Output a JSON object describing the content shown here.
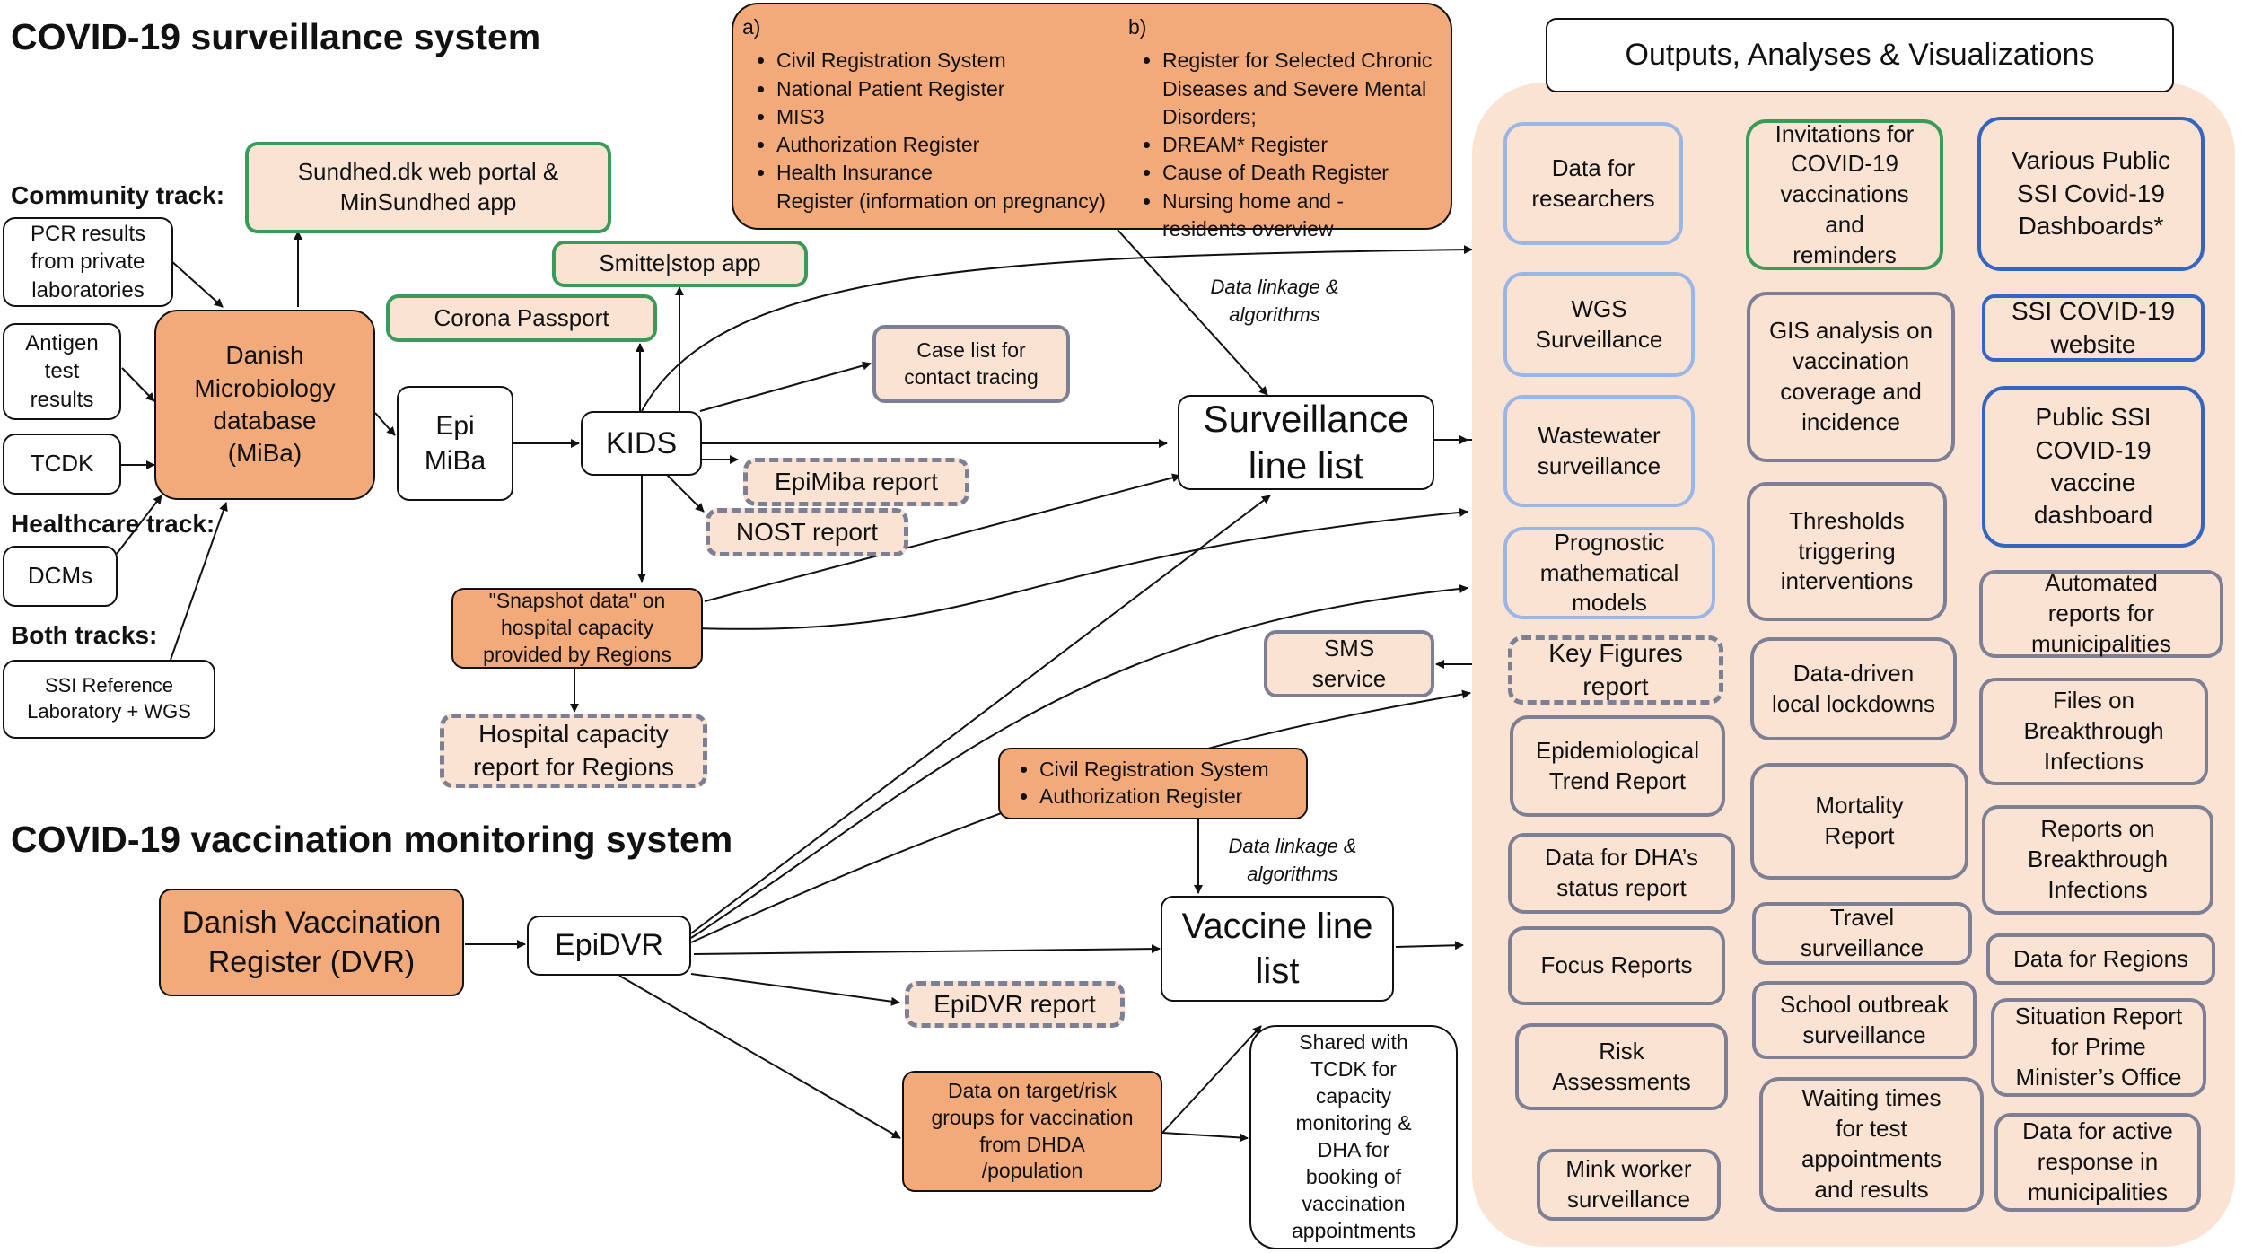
{
  "titles": {
    "surveillance": "COVID-19 surveillance system",
    "vaccination": "COVID-19 vaccination monitoring system"
  },
  "tracks": {
    "community": "Community track:",
    "healthcare": "Healthcare track:",
    "both": "Both tracks:"
  },
  "inputs": {
    "pcr": "PCR results\nfrom private\nlaboratories",
    "antigen": "Antigen\ntest\nresults",
    "tcdk": "TCDK",
    "dcms": "DCMs",
    "ssi_ref": "SSI Reference\nLaboratory + WGS"
  },
  "core": {
    "miba": "Danish\nMicrobiology\ndatabase\n(MiBa)",
    "epimiba": "Epi\nMiBa",
    "kids": "KIDS",
    "surv_line": "Surveillance\nline list",
    "dvr": "Danish Vaccination\nRegister (DVR)",
    "epidvr": "EpiDVR",
    "vacc_line": "Vaccine line\nlist",
    "shared": "Shared with\nTCDK for\ncapacity\nmonitoring &\nDHA for\nbooking of\nvaccination\nappointments"
  },
  "apps": {
    "sundhed": "Sundhed.dk web portal &\nMinSundhed app",
    "smitte": "Smitte|stop app",
    "passport": "Corona Passport",
    "caselist": "Case list for\ncontact tracing",
    "epimiba_report": "EpiMiba report",
    "nost": "NOST report",
    "snapshot": "\"Snapshot data\" on\nhospital capacity\nprovided by Regions",
    "hospital_report": "Hospital capacity\nreport for Regions",
    "epidvr_report": "EpiDVR report",
    "target_groups": "Data on target/risk\ngroups for vaccination\nfrom DHDA\n/population",
    "sms": "SMS\nservice",
    "civil_auth": [
      "Civil Registration System",
      "Authorization Register"
    ]
  },
  "registers": {
    "a_label": "a)",
    "a_items": [
      "Civil Registration System",
      "National Patient Register",
      "MIS3",
      "Authorization Register",
      "Health Insurance\nRegister (information on pregnancy)"
    ],
    "b_label": "b)",
    "b_items": [
      "Register for Selected Chronic\nDiseases and Severe Mental\nDisorders;",
      "DREAM* Register",
      "Cause of Death Register",
      "Nursing home and -\nresidents overview"
    ]
  },
  "annotations": {
    "linkage1": "Data linkage &\nalgorithms",
    "linkage2": "Data linkage &\nalgorithms"
  },
  "outputs": {
    "header": "Outputs, Analyses & Visualizations",
    "col1": [
      "Data for\nresearchers",
      "WGS\nSurveillance",
      "Wastewater\nsurveillance",
      "Prognostic\nmathematical\nmodels",
      "Key Figures\nreport",
      "Epidemiological\nTrend Report",
      "Data for DHA’s\nstatus report",
      "Focus Reports",
      "Risk\nAssessments",
      "Mink worker\nsurveillance"
    ],
    "col2": [
      "Invitations for\nCOVID-19\nvaccinations\nand\nreminders",
      "GIS analysis on\nvaccination\ncoverage and\nincidence",
      "Thresholds\ntriggering\ninterventions",
      "Data-driven\nlocal lockdowns",
      "Mortality\nReport",
      "Travel\nsurveillance",
      "School outbreak\nsurveillance",
      "Waiting times\nfor test\nappointments\nand results"
    ],
    "col3": [
      "Various Public\nSSI Covid-19\nDashboards*",
      "SSI COVID-19\nwebsite",
      "Public SSI\nCOVID-19\nvaccine\ndashboard",
      "Automated\nreports for\nmunicipalities",
      "Files on\nBreakthrough\nInfections",
      "Reports on\nBreakthrough\nInfections",
      "Data for Regions",
      "Situation Report\nfor Prime\nMinister’s Office",
      "Data for active\nresponse in\nmunicipalities"
    ]
  },
  "colors": {
    "orange": "#f3aa7a",
    "peach": "#fbe3d4",
    "green_border": "#3a9a58",
    "grey_border": "#7d7f95",
    "light_blue_border": "#9ab6e6",
    "blue_border": "#3566bf"
  }
}
